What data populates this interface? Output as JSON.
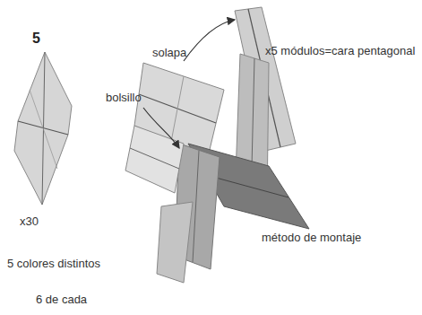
{
  "diagram": {
    "labels": [
      "5",
      "x30",
      "5 colores distintos",
      "6 de cada",
      "solapa",
      "bolsillo",
      "x5 módulos=cara pentagonal",
      "método de montaje"
    ]
  }
}
